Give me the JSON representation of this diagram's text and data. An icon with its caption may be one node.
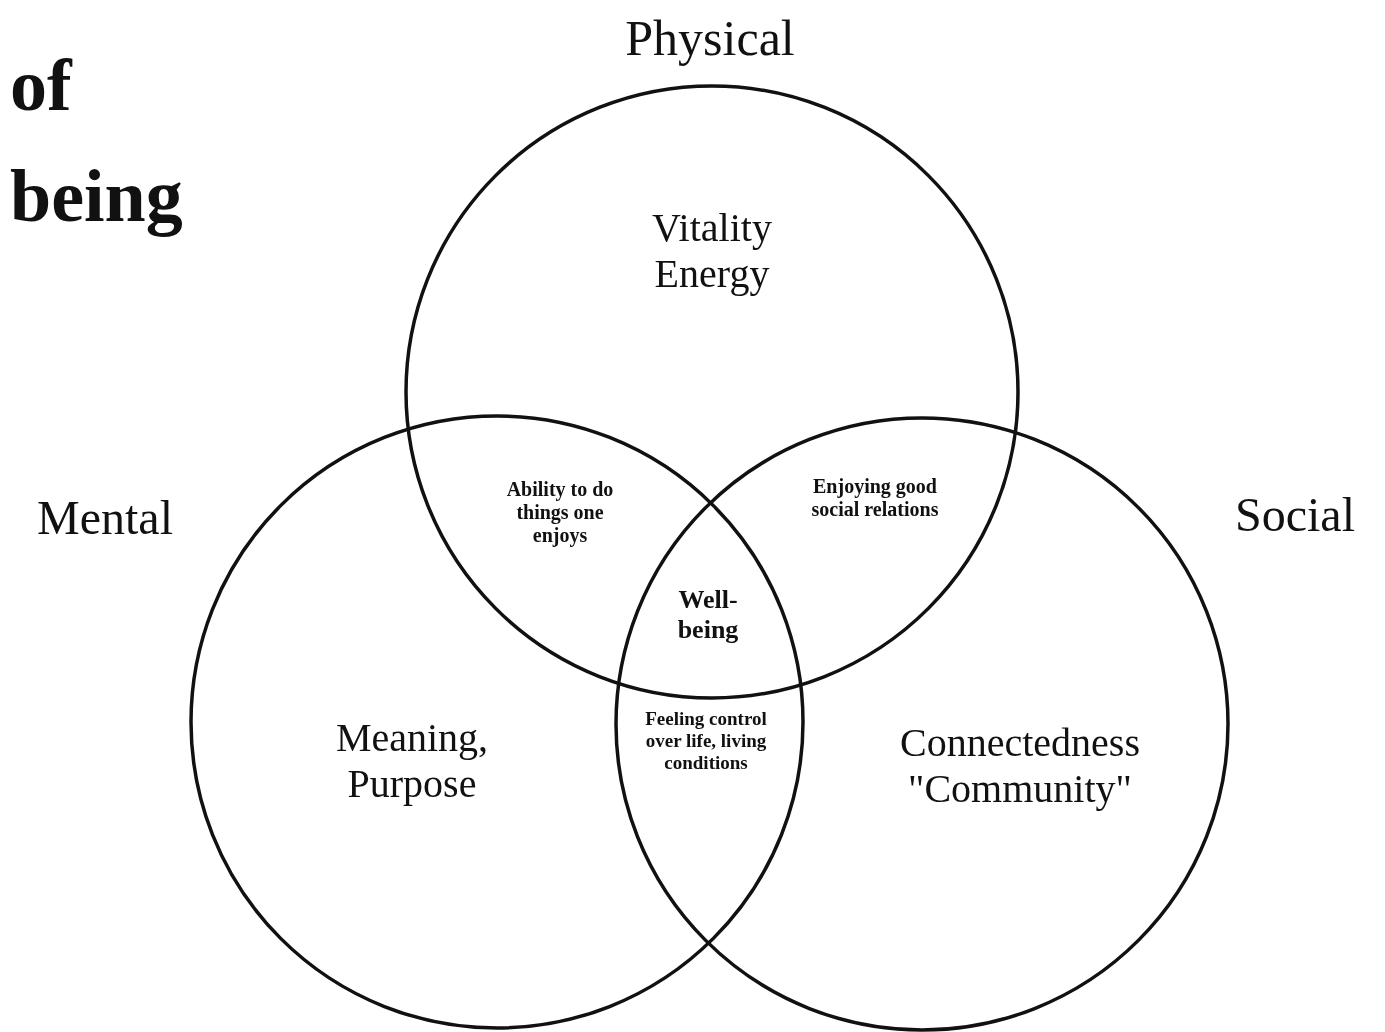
{
  "diagram": {
    "title": "of being",
    "nodes": [
      {
        "text": [
          "Physical",
          "Vitality Energy"
        ]
      },
      {
        "text": [
          "Mental",
          "Meaning, Purpose"
        ]
      },
      {
        "text": [
          "Social",
          "Connectedness \"Community\""
        ]
      }
    ],
    "labels": [
      "Ability to do things one enjoys",
      "Enjoying good social relations",
      "Well-being",
      "Feeling control over life, living conditions"
    ]
  }
}
